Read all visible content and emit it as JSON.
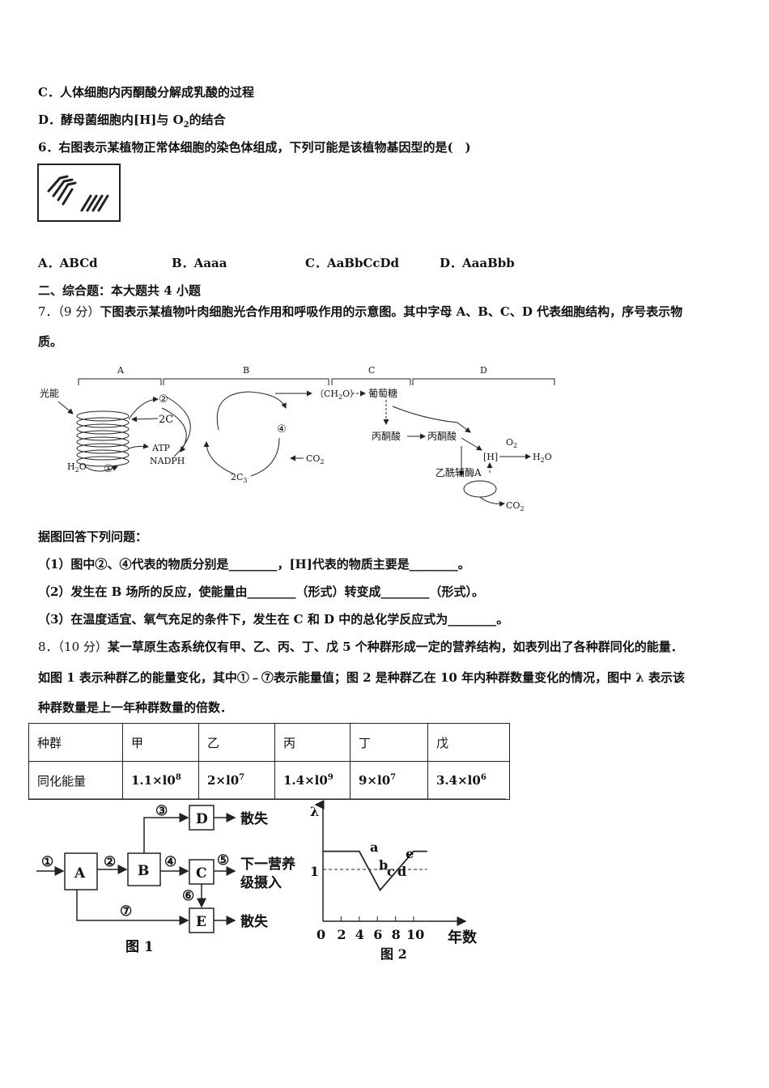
{
  "q5": {
    "optC": "C．人体细胞内丙酮酸分解成乳酸的过程",
    "optD_prefix": "D．酵母菌细胞内[H]与 O",
    "optD_sub": "2",
    "optD_suffix": "的结合"
  },
  "q6": {
    "stem": "6．右图表示某植物正常体细胞的染色体组成，下列可能是该植物基因型的是(　)",
    "options": [
      "A．ABCd",
      "B．Aaaa",
      "C．AaBbCcDd",
      "D．AaaBbb"
    ]
  },
  "section2": "二、综合题：本大题共 4 小题",
  "q7": {
    "num": "7．（9 分）",
    "stem1": "下图表示某植物叶肉细胞光合作用和呼吸作用的示意图。其中字母 A、B、C、D 代表细胞结构，序号表示物",
    "stem2": "质。",
    "diagram": {
      "A": "A",
      "B": "B",
      "C": "C",
      "D": "D",
      "light": "光能",
      "c2": "②",
      "c3": "2C",
      "c4": "④",
      "c1": "①",
      "atp": "ATP",
      "nadph": "NADPH",
      "h2o": "H",
      "h2o_sub": "2",
      "h2o_end": "O",
      "ch2o": "（CH",
      "ch2o_sub": "2",
      "ch2o_end": "O）",
      "glucose": "葡萄糖",
      "pyruvate1": "丙酮酸",
      "pyruvate2": "丙酮酸",
      "h": "[H]",
      "o2": "O",
      "o2_sub": "2",
      "h2o_r": "H",
      "h2o_r_sub": "2",
      "h2o_r_end": "O",
      "acetylcoa": "乙酰辅酶A",
      "co2": "CO",
      "co2_sub": "2",
      "c3_sub": "3",
      "co2b": "CO",
      "co2b_sub": "2"
    },
    "prompt": "据图回答下列问题：",
    "q1": "（1）图中②、④代表的物质分别是________，[H]代表的物质主要是________。",
    "q2": "（2）发生在 B 场所的反应，使能量由________（形式）转变成________（形式）。",
    "q3": "（3）在温度适宜、氧气充足的条件下，发生在 C 和 D 中的总化学反应式为________。"
  },
  "q8": {
    "num": "8．（10 分）",
    "stem1": "某一草原生态系统仅有甲、乙、丙、丁、戊 5 个种群形成一定的营养结构，如表列出了各种群同化的能量．",
    "stem2": "如图 1 表示种群乙的能量变化，其中①﹣⑦表示能量值；图 2 是种群乙在 10 年内种群数量变化的情况，图中 λ 表示该",
    "stem3": "种群数量是上一年种群数量的倍数．",
    "table": {
      "header": [
        "种群",
        "甲",
        "乙",
        "丙",
        "丁",
        "戊"
      ],
      "rowLabel": "同化能量",
      "values": [
        {
          "base": "1.1×l0",
          "exp": "8"
        },
        {
          "base": "2×l0",
          "exp": "7"
        },
        {
          "base": "1.4×l0",
          "exp": "9"
        },
        {
          "base": "9×l0",
          "exp": "7"
        },
        {
          "base": "3.4×l0",
          "exp": "6"
        }
      ]
    },
    "fig1": {
      "A": "A",
      "B": "B",
      "C": "C",
      "D": "D",
      "E": "E",
      "n1": "①",
      "n2": "②",
      "n3": "③",
      "n4": "④",
      "n5": "⑤",
      "n6": "⑥",
      "n7": "⑦",
      "lost1": "散失",
      "lost2": "散失",
      "next1": "下一营养",
      "next2": "级摄入",
      "caption": "图 1"
    },
    "fig2": {
      "ylabel": "λ",
      "one": "1",
      "zero": "0",
      "xticks": [
        "2",
        "4",
        "6",
        "8",
        "10"
      ],
      "xunit": "年数",
      "points": [
        "a",
        "b",
        "c",
        "d",
        "e"
      ],
      "caption": "图 2"
    },
    "chart_data": {
      "type": "line",
      "x": [
        0,
        4,
        6.3,
        10,
        11.5
      ],
      "y": [
        1.35,
        1.35,
        0.6,
        1.35,
        1.35
      ],
      "reference_line_y": 1,
      "xticks": [
        0,
        2,
        4,
        6,
        8,
        10
      ],
      "ylabel": "λ",
      "xlabel": "年数",
      "point_labels": [
        "a",
        "b",
        "c",
        "d",
        "e"
      ]
    }
  }
}
